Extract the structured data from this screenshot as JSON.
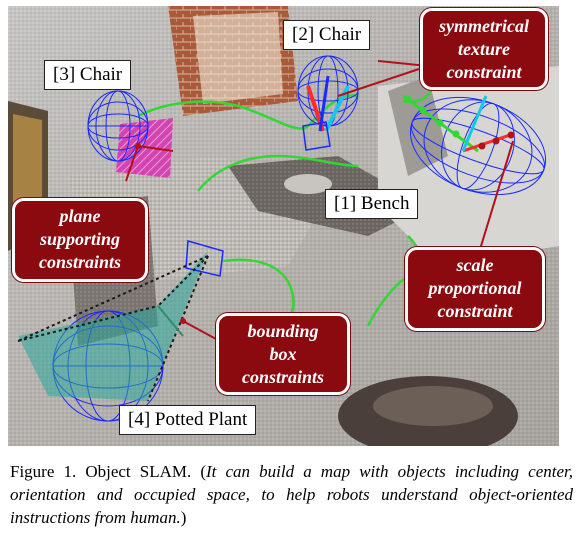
{
  "labels": {
    "chair_2": "[2] Chair",
    "chair_3": "[3] Chair",
    "bench_1": "[1] Bench",
    "plant_4": "[4] Potted Plant"
  },
  "callouts": {
    "symmetrical": [
      "symmetrical",
      "texture",
      "constraint"
    ],
    "plane": [
      "plane",
      "supporting",
      "constraints"
    ],
    "scale": [
      "scale",
      "proportional",
      "constraint"
    ],
    "bbox": [
      "bounding",
      "box",
      "constraints"
    ]
  },
  "caption": {
    "prefix": "Figure 1. Object SLAM. (",
    "italic": "It can build a map with objects including center, orientation and occupied space, to help robots understand object-oriented instructions from human.",
    "suffix": ")"
  },
  "colors": {
    "callout_bg": "#8b0a10",
    "ellipsoid": "#1a2bff",
    "trajectory": "#33d633",
    "plane": "#d62fb0",
    "frustum": "#2f8f6a",
    "constraint_line": "#b3101a"
  }
}
